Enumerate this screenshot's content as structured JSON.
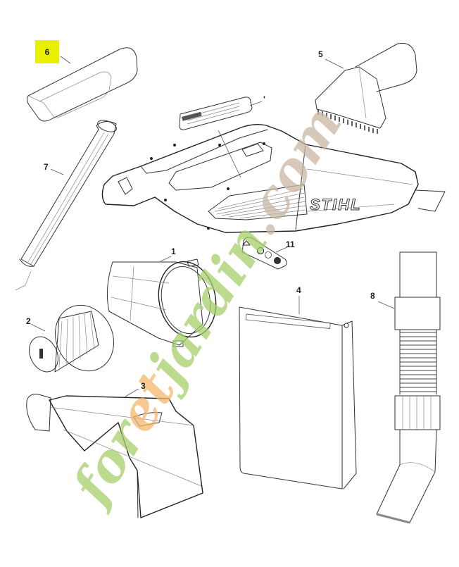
{
  "diagram": {
    "brand_logo": "STIHL",
    "watermark": {
      "text": "foretjardin.com",
      "segments": [
        {
          "text": "for",
          "color": "#a6cf6a"
        },
        {
          "text": "et",
          "color": "#f5b66a"
        },
        {
          "text": "jardin",
          "color": "#a6cf6a"
        },
        {
          "text": ".com",
          "color": "#c9b7a3"
        }
      ]
    },
    "highlight_color": "#e8f000",
    "parts": [
      {
        "callout": "1",
        "name": "filter-basket"
      },
      {
        "callout": "2",
        "name": "pleated-filter"
      },
      {
        "callout": "3",
        "name": "wide-floor-nozzle"
      },
      {
        "callout": "4",
        "name": "dust-bag"
      },
      {
        "callout": "5",
        "name": "brush-nozzle"
      },
      {
        "callout": "6",
        "name": "upholstery-nozzle",
        "highlighted": true
      },
      {
        "callout": "7",
        "name": "extension-tube"
      },
      {
        "callout": "8",
        "name": "flexible-crevice-hose"
      },
      {
        "callout": "11",
        "name": "warning-label-set"
      },
      {
        "callout": "'",
        "name": "label-plate"
      }
    ]
  }
}
